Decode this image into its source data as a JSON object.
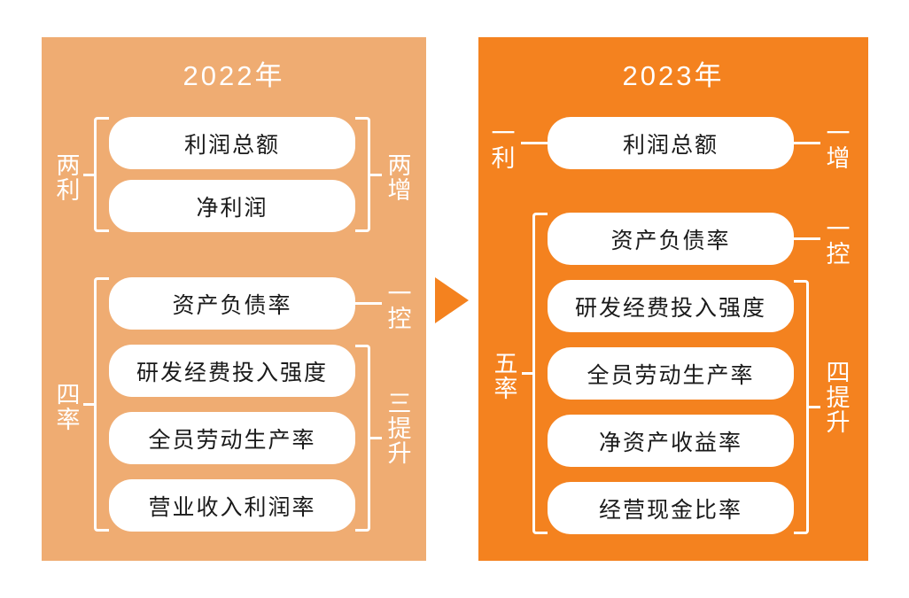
{
  "arrow": {
    "icon": "right-triangle-arrow-icon",
    "color": "#f4821f"
  },
  "colors": {
    "panel_2022_bg": "#efac72",
    "panel_2023_bg": "#f4821f",
    "pill_bg": "#ffffff",
    "bracket_stroke": "#ffffff",
    "pill_text": "#1a1a1a",
    "label_text": "#ffffff"
  },
  "panels": [
    {
      "id": "panel-2022",
      "title": "2022年",
      "items": [
        {
          "label": "利润总额"
        },
        {
          "label": "净利润"
        },
        {
          "label": "资产负债率"
        },
        {
          "label": "研发经费投入强度"
        },
        {
          "label": "全员劳动生产率"
        },
        {
          "label": "营业收入利润率"
        }
      ],
      "left_labels": [
        {
          "text": "两利",
          "covers": [
            "利润总额",
            "净利润"
          ],
          "connector": "bracket"
        },
        {
          "text": "四率",
          "covers": [
            "资产负债率",
            "研发经费投入强度",
            "全员劳动生产率",
            "营业收入利润率"
          ],
          "connector": "bracket"
        }
      ],
      "right_labels": [
        {
          "text": "两增",
          "covers": [
            "利润总额",
            "净利润"
          ],
          "connector": "bracket"
        },
        {
          "text": "一控",
          "covers": [
            "资产负债率"
          ],
          "connector": "line"
        },
        {
          "text": "三提升",
          "covers": [
            "研发经费投入强度",
            "全员劳动生产率",
            "营业收入利润率"
          ],
          "connector": "bracket"
        }
      ]
    },
    {
      "id": "panel-2023",
      "title": "2023年",
      "items": [
        {
          "label": "利润总额"
        },
        {
          "label": "资产负债率"
        },
        {
          "label": "研发经费投入强度"
        },
        {
          "label": "全员劳动生产率"
        },
        {
          "label": "净资产收益率"
        },
        {
          "label": "经营现金比率"
        }
      ],
      "left_labels": [
        {
          "text": "一利",
          "covers": [
            "利润总额"
          ],
          "connector": "line"
        },
        {
          "text": "五率",
          "covers": [
            "资产负债率",
            "研发经费投入强度",
            "全员劳动生产率",
            "净资产收益率",
            "经营现金比率"
          ],
          "connector": "bracket"
        }
      ],
      "right_labels": [
        {
          "text": "一增",
          "covers": [
            "利润总额"
          ],
          "connector": "line"
        },
        {
          "text": "一控",
          "covers": [
            "资产负债率"
          ],
          "connector": "line"
        },
        {
          "text": "四提升",
          "covers": [
            "研发经费投入强度",
            "全员劳动生产率",
            "净资产收益率",
            "经营现金比率"
          ],
          "connector": "bracket"
        }
      ]
    }
  ]
}
